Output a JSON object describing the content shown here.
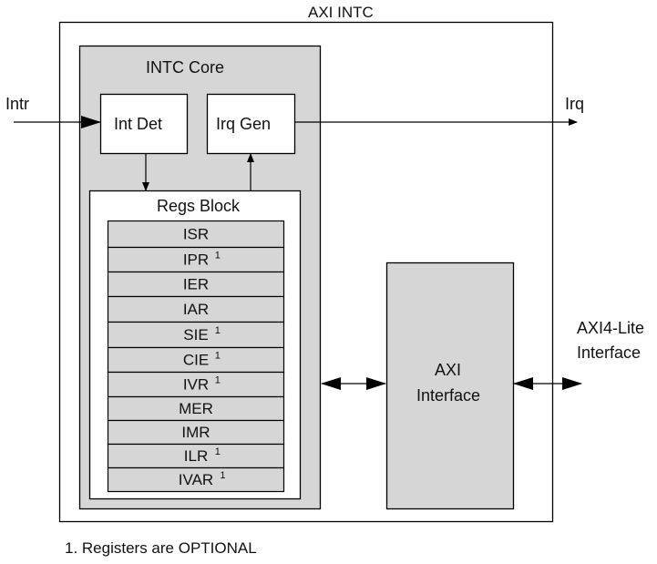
{
  "diagram": {
    "outer_title": "AXI INTC",
    "core_title": "INTC Core",
    "int_det_label": "Int Det",
    "irq_gen_label": "Irq Gen",
    "regs_block_title": "Regs Block",
    "axi_interface_label_line1": "AXI",
    "axi_interface_label_line2": "Interface",
    "input_signal_label": "Intr",
    "output_signal_label": "Irq",
    "external_interface_line1": "AXI4-Lite",
    "external_interface_line2": "Interface",
    "registers": [
      {
        "name": "ISR",
        "note": ""
      },
      {
        "name": "IPR",
        "note": "1"
      },
      {
        "name": "IER",
        "note": ""
      },
      {
        "name": "IAR",
        "note": ""
      },
      {
        "name": "SIE",
        "note": "1"
      },
      {
        "name": "CIE",
        "note": "1"
      },
      {
        "name": "IVR",
        "note": "1"
      },
      {
        "name": "MER",
        "note": ""
      },
      {
        "name": "IMR",
        "note": ""
      },
      {
        "name": "ILR",
        "note": "1"
      },
      {
        "name": "IVAR",
        "note": "1"
      }
    ],
    "footnote": "1. Registers are OPTIONAL",
    "colors": {
      "block_fill": "#d6d6d6",
      "stroke": "#000000",
      "background": "#ffffff"
    }
  }
}
